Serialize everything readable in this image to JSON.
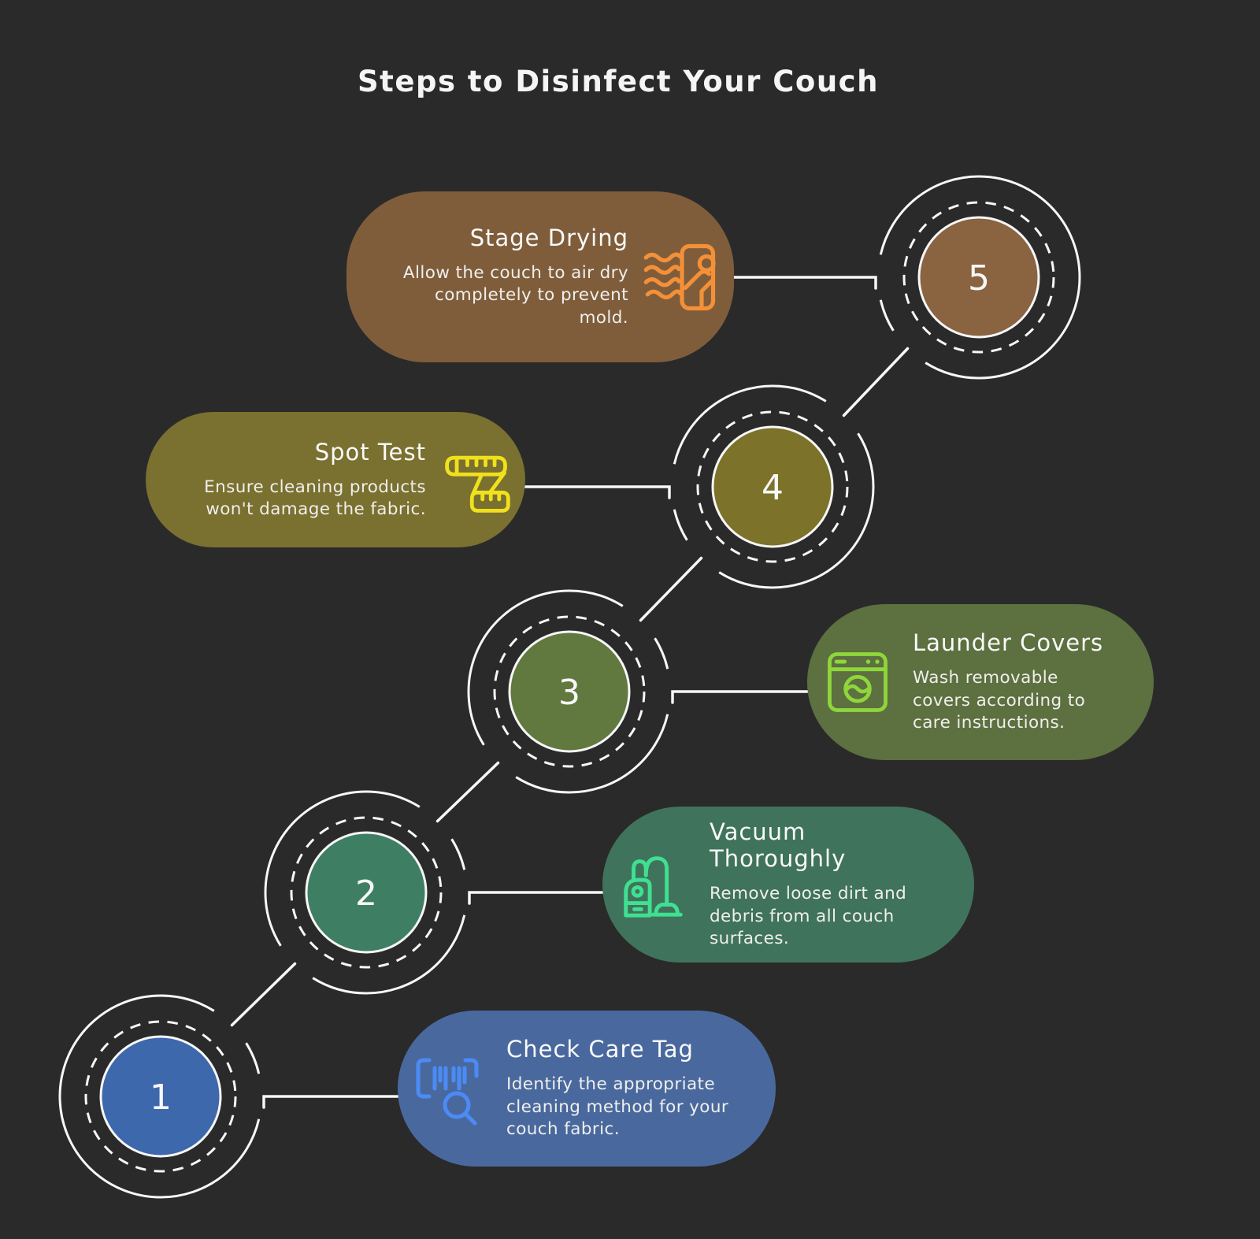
{
  "title": "Steps to Disinfect Your Couch",
  "colors": {
    "background": "#2a2a2a",
    "line_white": "#f7f7f7",
    "text": "#f3f3f3"
  },
  "steps": [
    {
      "number": "1",
      "title": "Check Care Tag",
      "description": "Identify the appropriate cleaning method for your couch fabric.",
      "card_color": "#49699e",
      "node_color": "#3d68ab",
      "icon": "barcode-scan-icon",
      "icon_color": "#4c8bf5"
    },
    {
      "number": "2",
      "title": "Vacuum Thoroughly",
      "description": "Remove loose dirt and debris from all couch surfaces.",
      "card_color": "#40735c",
      "node_color": "#3e7f64",
      "icon": "vacuum-cleaner-icon",
      "icon_color": "#3fe091"
    },
    {
      "number": "3",
      "title": "Launder Covers",
      "description": "Wash removable covers according to care instructions.",
      "card_color": "#5d7040",
      "node_color": "#61793f",
      "icon": "washing-machine-icon",
      "icon_color": "#8fd63b"
    },
    {
      "number": "4",
      "title": "Spot Test",
      "description": "Ensure cleaning products won't damage the fabric.",
      "card_color": "#7a7030",
      "node_color": "#7c7229",
      "icon": "measuring-tape-icon",
      "icon_color": "#f0e11c"
    },
    {
      "number": "5",
      "title": "Stage Drying",
      "description": "Allow the couch to air dry completely to prevent mold.",
      "card_color": "#7f5d3b",
      "node_color": "#8a6341",
      "icon": "air-dry-icon",
      "icon_color": "#f49038"
    }
  ]
}
